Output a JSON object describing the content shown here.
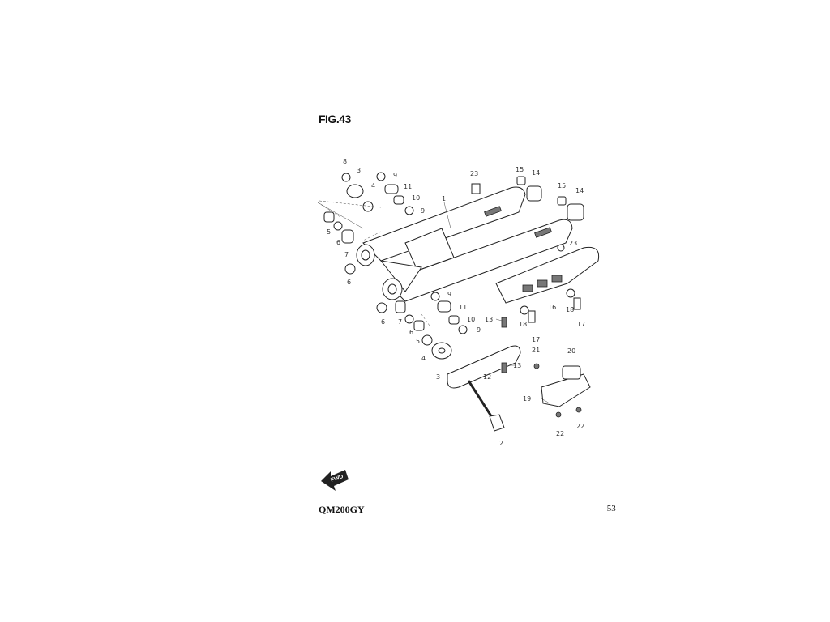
{
  "page": {
    "figure_label": "FIG.43",
    "model": "QM200GY",
    "page_number": "— 53",
    "fwd_label": "FWD"
  },
  "callouts": [
    {
      "id": "c-8a",
      "text": "8"
    },
    {
      "id": "c-3a",
      "text": "3"
    },
    {
      "id": "c-9a",
      "text": "9"
    },
    {
      "id": "c-11a",
      "text": "11"
    },
    {
      "id": "c-4a",
      "text": "4"
    },
    {
      "id": "c-10a",
      "text": "10"
    },
    {
      "id": "c-9b",
      "text": "9"
    },
    {
      "id": "c-1",
      "text": "1"
    },
    {
      "id": "c-23a",
      "text": "23"
    },
    {
      "id": "c-15a",
      "text": "15"
    },
    {
      "id": "c-14a",
      "text": "14"
    },
    {
      "id": "c-15b",
      "text": "15"
    },
    {
      "id": "c-14b",
      "text": "14"
    },
    {
      "id": "c-5a",
      "text": "5"
    },
    {
      "id": "c-6a",
      "text": "6"
    },
    {
      "id": "c-7a",
      "text": "7"
    },
    {
      "id": "c-6b",
      "text": "6"
    },
    {
      "id": "c-23b",
      "text": "23"
    },
    {
      "id": "c-9c",
      "text": "9"
    },
    {
      "id": "c-11b",
      "text": "11"
    },
    {
      "id": "c-16",
      "text": "16"
    },
    {
      "id": "c-18a",
      "text": "18"
    },
    {
      "id": "c-18b",
      "text": "18"
    },
    {
      "id": "c-17a",
      "text": "17"
    },
    {
      "id": "c-17b",
      "text": "17"
    },
    {
      "id": "c-6c",
      "text": "6"
    },
    {
      "id": "c-7b",
      "text": "7"
    },
    {
      "id": "c-6d",
      "text": "6"
    },
    {
      "id": "c-5b",
      "text": "5"
    },
    {
      "id": "c-10b",
      "text": "10"
    },
    {
      "id": "c-9d",
      "text": "9"
    },
    {
      "id": "c-13a",
      "text": "13"
    },
    {
      "id": "c-4b",
      "text": "4"
    },
    {
      "id": "c-3b",
      "text": "3"
    },
    {
      "id": "c-13b",
      "text": "13"
    },
    {
      "id": "c-12",
      "text": "12"
    },
    {
      "id": "c-21",
      "text": "21"
    },
    {
      "id": "c-20",
      "text": "20"
    },
    {
      "id": "c-19",
      "text": "19"
    },
    {
      "id": "c-22a",
      "text": "22"
    },
    {
      "id": "c-22b",
      "text": "22"
    },
    {
      "id": "c-2",
      "text": "2"
    }
  ]
}
